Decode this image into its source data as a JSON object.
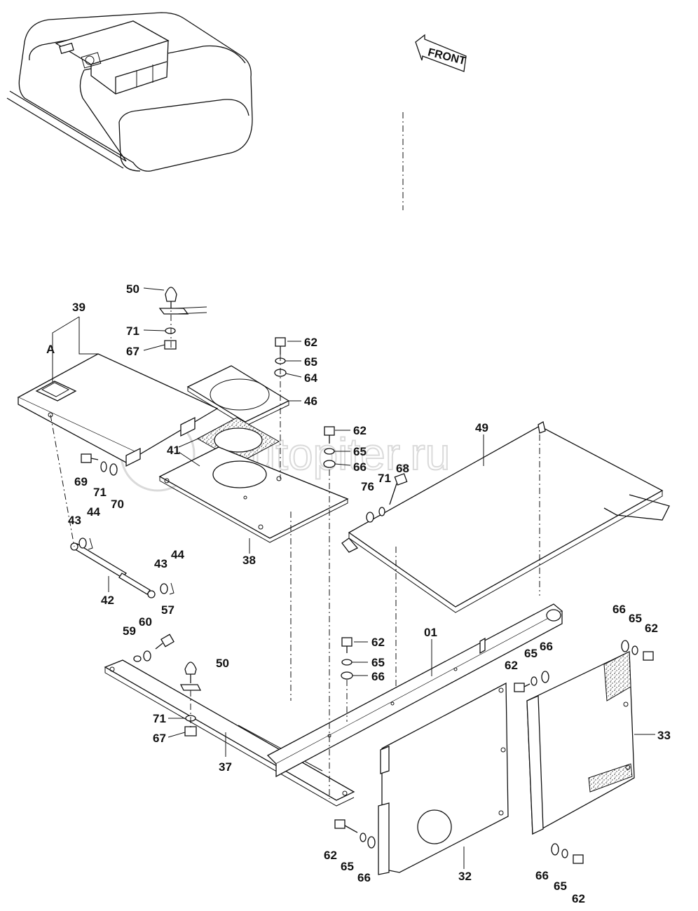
{
  "front_label": "FRONT",
  "watermark": "autopiter.ru",
  "callouts": {
    "c50a": "50",
    "c39": "39",
    "c71a": "71",
    "c67a": "67",
    "cA": "A",
    "c62a": "62",
    "c65a": "65",
    "c64": "64",
    "c46": "46",
    "c41": "41",
    "c62b": "62",
    "c65b": "65",
    "c66a": "66",
    "c49": "49",
    "c69": "69",
    "c71b": "71",
    "c70": "70",
    "c76": "76",
    "c71c": "71",
    "c68": "68",
    "c43a": "43",
    "c44a": "44",
    "c38": "38",
    "c43b": "43",
    "c44b": "44",
    "c42": "42",
    "c59": "59",
    "c60": "60",
    "c57": "57",
    "c50b": "50",
    "c62c": "62",
    "c65c": "65",
    "c66b": "66",
    "c01": "01",
    "c66c": "66",
    "c65d": "65",
    "c62d": "62",
    "c62e": "62",
    "c65e": "65",
    "c66d": "66",
    "c71d": "71",
    "c67b": "67",
    "c37": "37",
    "c33": "33",
    "c62f": "62",
    "c65f": "65",
    "c66e": "66",
    "c32": "32",
    "c66f": "66",
    "c65g": "65",
    "c62g": "62"
  }
}
